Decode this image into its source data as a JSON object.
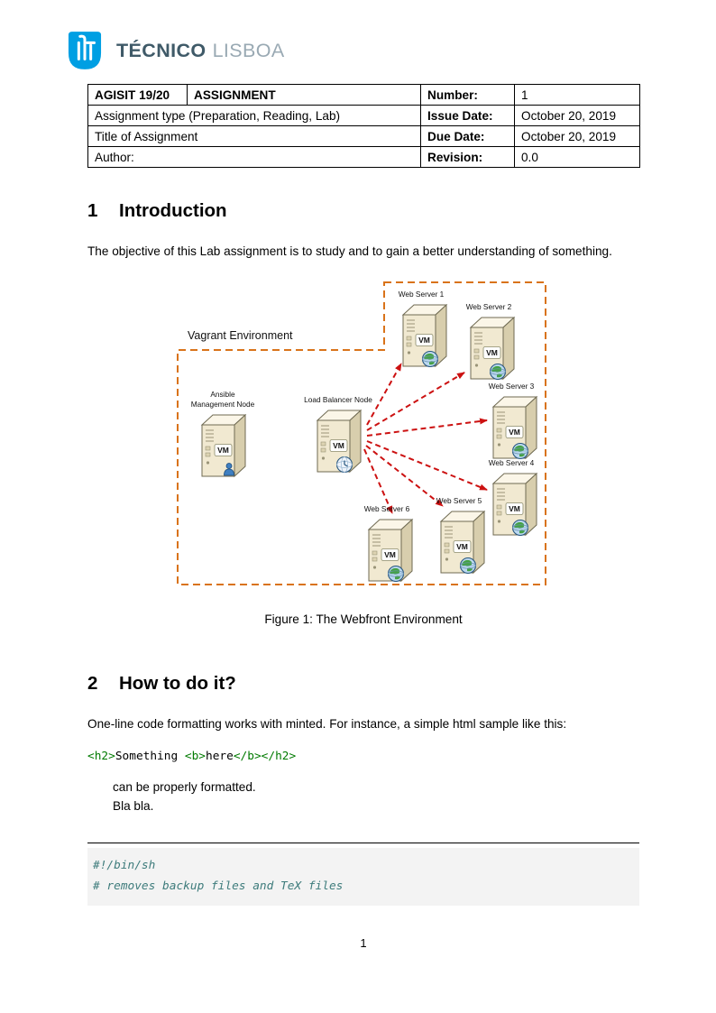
{
  "logo": {
    "name_bold": "TÉCNICO",
    "name_light": "LISBOA"
  },
  "header_table": {
    "r1c1": "AGISIT 19/20",
    "r1c2": "ASSIGNMENT",
    "r1c3": "Number:",
    "r1c4": "1",
    "r2c1": "Assignment type (Preparation, Reading, Lab)",
    "r2c3": "Issue Date:",
    "r2c4": "October 20, 2019",
    "r3c1": "Title of Assignment",
    "r3c3": "Due Date:",
    "r3c4": "October 20, 2019",
    "r4c1": "Author:",
    "r4c3": "Revision:",
    "r4c4": "0.0"
  },
  "section1": {
    "number": "1",
    "title": "Introduction",
    "paragraph": "The objective of this Lab assignment is to study and to gain a better understanding of something."
  },
  "figure": {
    "caption": "Figure 1: The Webfront Environment",
    "diagram": {
      "environment_label": "Vagrant Environment",
      "vm_label": "VM",
      "nodes": {
        "ansible": {
          "label_line1": "Ansible",
          "label_line2": "Management Node"
        },
        "load_balancer": {
          "label": "Load Balancer Node"
        },
        "ws1": {
          "label": "Web Server 1"
        },
        "ws2": {
          "label": "Web Server 2"
        },
        "ws3": {
          "label": "Web Server 3"
        },
        "ws4": {
          "label": "Web Server 4"
        },
        "ws5": {
          "label": "Web Server 5"
        },
        "ws6": {
          "label": "Web Server 6"
        }
      },
      "arrows": [
        {
          "from": "load_balancer",
          "to": "ws1"
        },
        {
          "from": "load_balancer",
          "to": "ws2"
        },
        {
          "from": "load_balancer",
          "to": "ws3"
        },
        {
          "from": "load_balancer",
          "to": "ws4"
        },
        {
          "from": "load_balancer",
          "to": "ws5"
        },
        {
          "from": "load_balancer",
          "to": "ws6"
        }
      ]
    }
  },
  "section2": {
    "number": "2",
    "title": "How to do it?",
    "paragraph": "One-line code formatting works with minted.  For instance, a simple html sample like this:",
    "code_sample": {
      "open_h2": "<h2>",
      "text1": "Something ",
      "open_b": "<b>",
      "text2": "here",
      "close_b": "</b>",
      "close_h2": "</h2>"
    },
    "quote_line1": "can be properly formatted.",
    "quote_line2": "Bla bla."
  },
  "shell_block": {
    "line1": "#!/bin/sh",
    "line2": "# removes backup files and TeX files"
  },
  "footer": {
    "page_number": "1"
  },
  "colors": {
    "logo_blue": "#009fe3",
    "diagram_border_orange": "#d9731a",
    "arrow_red": "#cc1111",
    "tag_green": "#007a00",
    "comment_teal": "#3d7b7b"
  }
}
